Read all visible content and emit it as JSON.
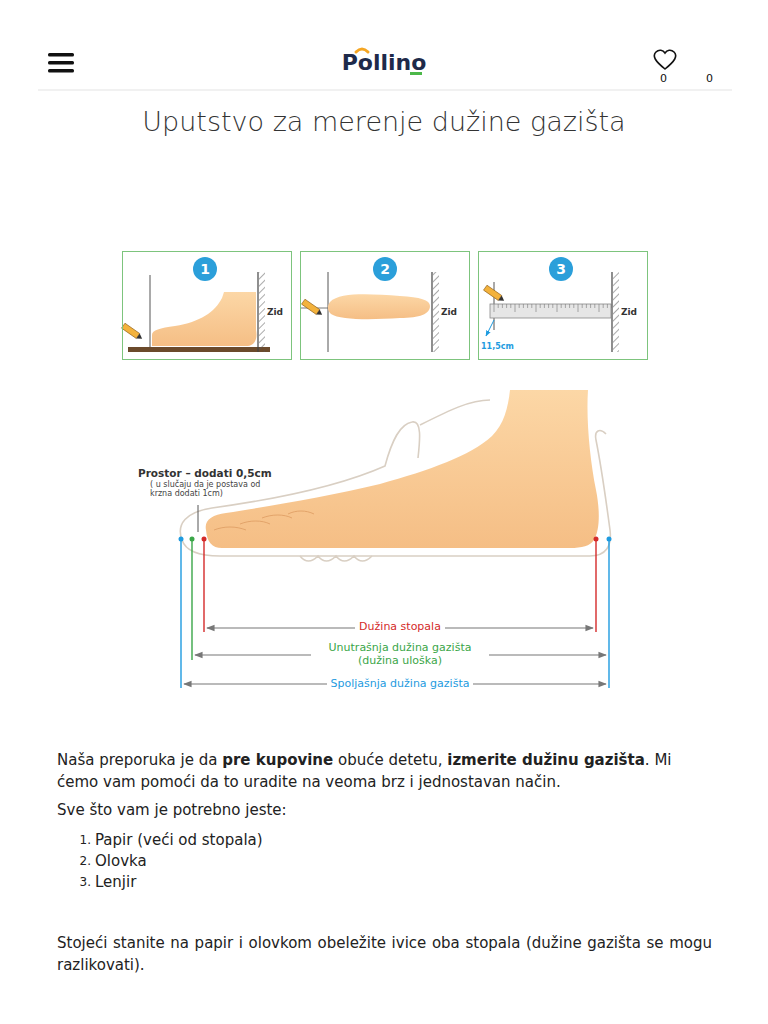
{
  "diagram": {
    "title": "Uputstvo za merenje dužine gazišta",
    "nodes": [
      {
        "text": [
          "Zid"
        ]
      },
      {
        "text": [
          "1"
        ],
        "in": 0
      },
      {
        "text": [
          "Zid"
        ]
      },
      {
        "text": [
          "2"
        ],
        "in": 2
      },
      {
        "text": [
          "Zid",
          "11,5cm"
        ]
      },
      {
        "text": [
          "3"
        ],
        "in": 4
      }
    ],
    "labels": [
      "Pollino",
      "0",
      "0",
      "Prostor – dodati 0,5cm",
      "( u slučaju da je postava od krzna dodati 1cm)",
      "Dužina stopala",
      "Unutrašnja dužina gazišta (dužina uloška)",
      "Spoljašnja dužina gazišta",
      "Naša preporuka je da",
      "pre kupovine",
      "obuće detetu,",
      "izmerite dužinu gazišta",
      ". Mi ćemo vam pomoći da to uradite na veoma brz i jednostavan način.",
      "Sve što vam je potrebno jeste:",
      "1.",
      "Papir (veći od stopala)",
      "2.",
      "Olovka",
      "3.",
      "Lenjir",
      "Stojeći stanite na papir i olovkom obeležite ivice oba stopala (dužine gazišta se mogu razlikovati)."
    ]
  }
}
